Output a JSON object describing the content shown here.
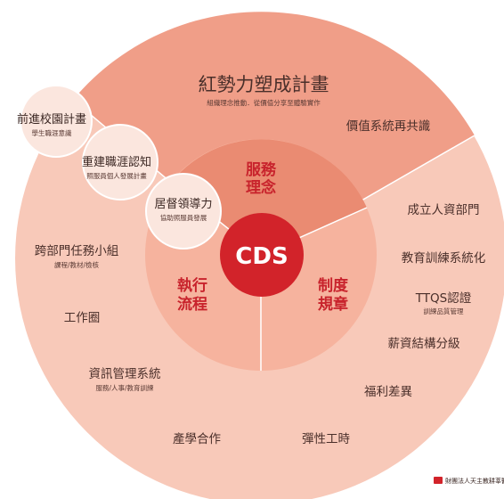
{
  "colors": {
    "outer_ring": "#f8c9b9",
    "outer_top": "#f09e88",
    "inner_ring": "#f6b39e",
    "inner_top": "#ea8b72",
    "cds_red": "#d2232a",
    "core_text": "#c8232c",
    "bubble_fill": "#fbe6de"
  },
  "center": {
    "label": "CDS"
  },
  "core": {
    "service": [
      "服務",
      "理念"
    ],
    "system": [
      "制度",
      "規章"
    ],
    "process": [
      "執行",
      "流程"
    ]
  },
  "top_segment": {
    "title": "紅勢力塑成計畫",
    "subtitle": "組織理念推動．從價值分享至體驗實作",
    "item": "價值系統再共識"
  },
  "right_segment": {
    "items": [
      {
        "label": "成立人資部門",
        "sub": ""
      },
      {
        "label": "教育訓練系統化",
        "sub": ""
      },
      {
        "label": "TTQS認證",
        "sub": "訓練品質管理"
      },
      {
        "label": "薪資結構分級",
        "sub": ""
      },
      {
        "label": "福利差異",
        "sub": ""
      },
      {
        "label": "彈性工時",
        "sub": ""
      }
    ]
  },
  "left_segment": {
    "items": [
      {
        "label": "跨部門任務小組",
        "sub": "課程/教材/檢核"
      },
      {
        "label": "工作圈",
        "sub": ""
      },
      {
        "label": "資訊管理系統",
        "sub": "服務/人事/教育訓練"
      },
      {
        "label": "產學合作",
        "sub": ""
      }
    ]
  },
  "bubbles": [
    {
      "label": "前進校園計畫",
      "sub": "學生職涯意識"
    },
    {
      "label": "重建職涯認知",
      "sub": "照服員個人發展計畫"
    },
    {
      "label": "居督領導力",
      "sub": "協助照服員發展"
    }
  ],
  "logo": {
    "text": "財團法人天主教耕莘醫院"
  }
}
